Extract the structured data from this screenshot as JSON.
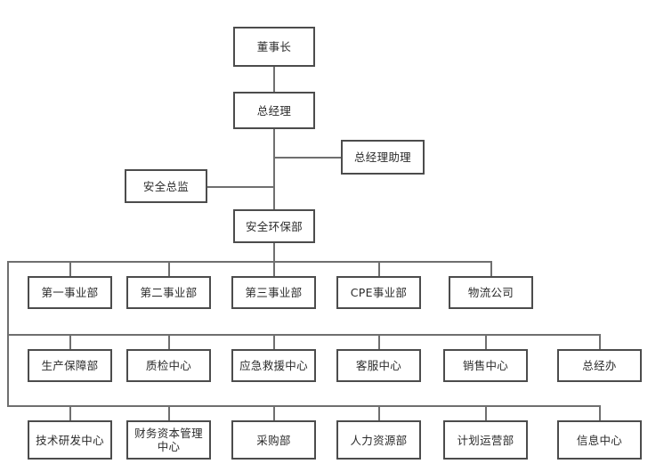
{
  "chart_data": {
    "type": "diagram",
    "diagram_kind": "organization-chart",
    "title": "",
    "orientation": "top-down",
    "box_style": {
      "fill": "#ffffff",
      "border": "#4c4c4c",
      "text": "#2b2b2b"
    },
    "connector_color": "#6f6f6f",
    "background": "#ffffff",
    "levels": [
      {
        "level": 1,
        "name": "chairman",
        "nodes": [
          "董事长"
        ]
      },
      {
        "level": 2,
        "name": "general-manager",
        "nodes": [
          "总经理"
        ]
      },
      {
        "level": 3,
        "name": "gm-staff",
        "nodes": [
          "总经理助理",
          "安全总监"
        ]
      },
      {
        "level": 4,
        "name": "safety-environment",
        "nodes": [
          "安全环保部"
        ]
      },
      {
        "level": 5,
        "name": "business-units",
        "nodes": [
          "第一事业部",
          "第二事业部",
          "第三事业部",
          "CPE事业部",
          "物流公司"
        ]
      },
      {
        "level": 6,
        "name": "support-centers",
        "nodes": [
          "生产保障部",
          "质检中心",
          "应急救援中心",
          "客服中心",
          "销售中心",
          "总经办"
        ]
      },
      {
        "level": 7,
        "name": "functional-departments",
        "nodes": [
          "技术研发中心",
          "财务资本管理中心",
          "采购部",
          "人力资源部",
          "计划运营部",
          "信息中心"
        ]
      }
    ],
    "edges": [
      {
        "from": "董事长",
        "to": "总经理"
      },
      {
        "from": "总经理",
        "to": "总经理助理"
      },
      {
        "from": "总经理",
        "to": "安全总监"
      },
      {
        "from": "总经理",
        "to": "安全环保部"
      },
      {
        "from": "安全环保部",
        "to": "business-units-bus"
      },
      {
        "from": "business-units-bus",
        "to": "support-centers-bus"
      },
      {
        "from": "support-centers-bus",
        "to": "functional-departments-bus"
      }
    ]
  },
  "nodes": {
    "chairman": "董事长",
    "general_manager": "总经理",
    "gm_assistant": "总经理助理",
    "safety_director": "安全总监",
    "safety_env_dept": "安全环保部",
    "bu1": "第一事业部",
    "bu2": "第二事业部",
    "bu3": "第三事业部",
    "bu_cpe": "CPE事业部",
    "logistics": "物流公司",
    "production_support": "生产保障部",
    "quality_center": "质检中心",
    "emergency_rescue": "应急救援中心",
    "customer_service": "客服中心",
    "sales_center": "销售中心",
    "gm_office": "总经办",
    "rnd_center": "技术研发中心",
    "finance_capital": "财务资本管理中心",
    "procurement": "采购部",
    "hr_dept": "人力资源部",
    "planning_ops": "计划运营部",
    "information_center": "信息中心"
  }
}
